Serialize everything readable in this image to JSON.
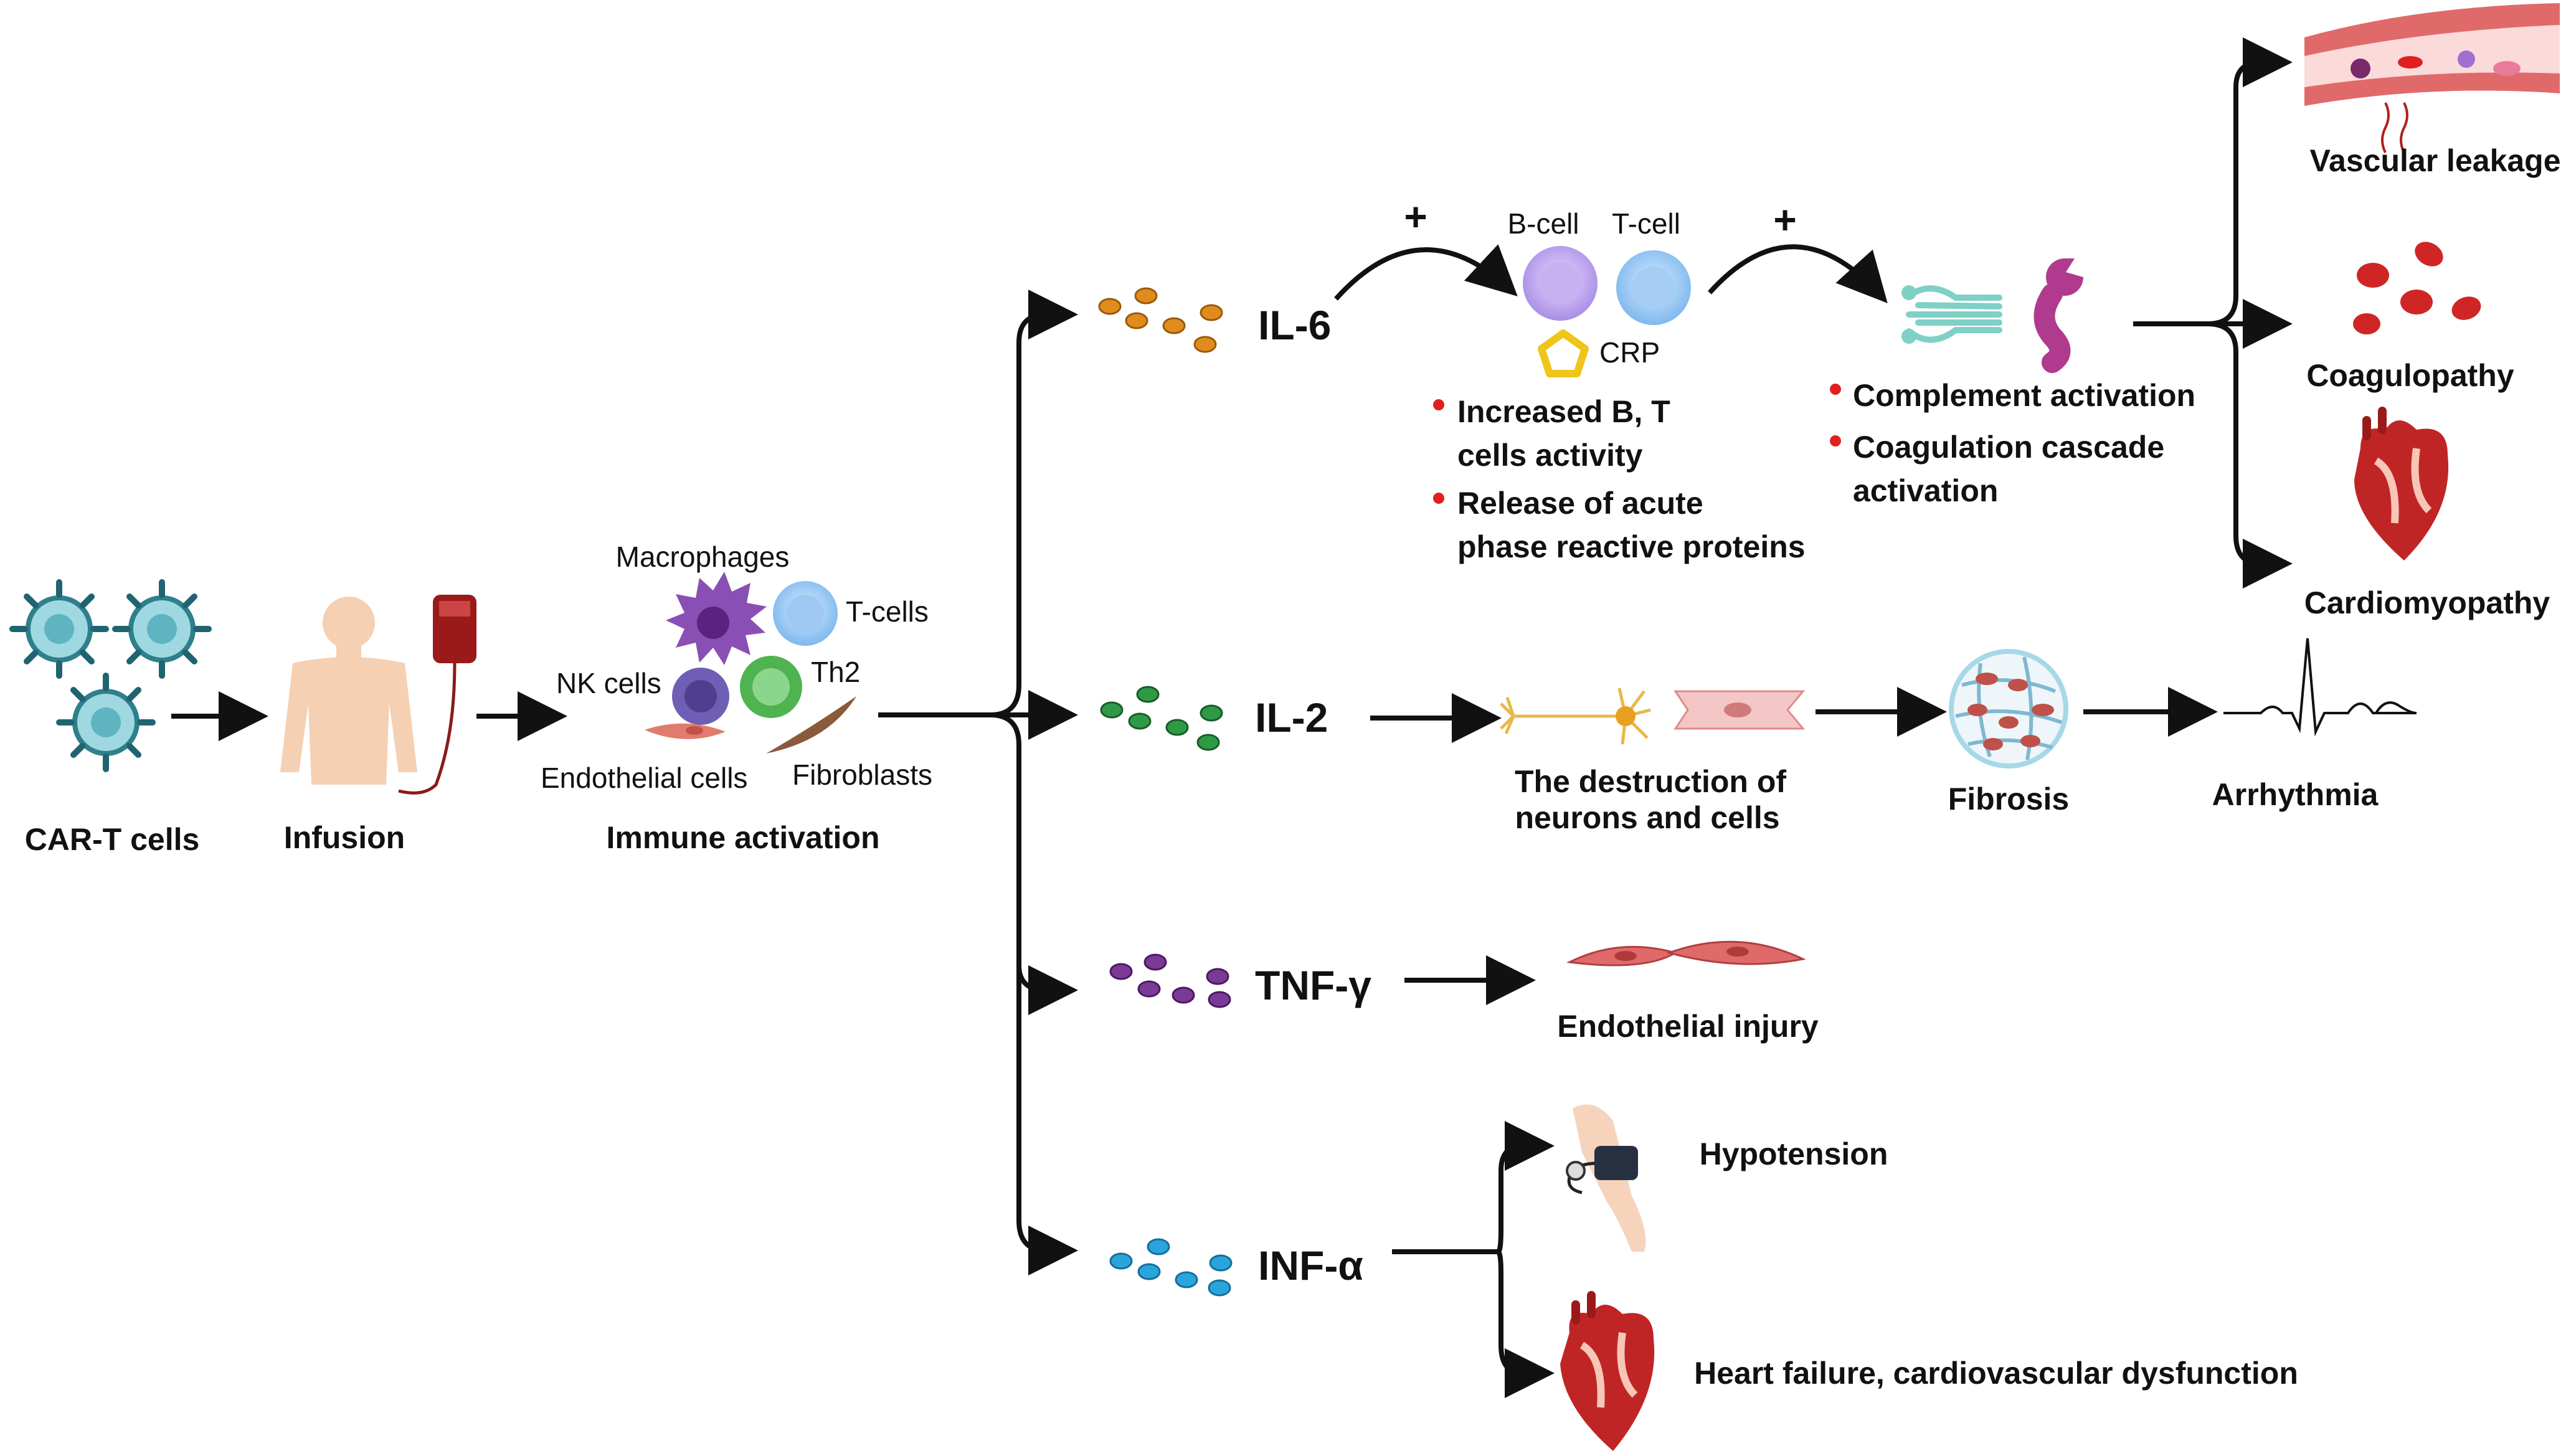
{
  "stages": {
    "car_t": "CAR-T cells",
    "infusion": "Infusion",
    "immune_activation": "Immune activation"
  },
  "immune_cells": {
    "macrophages": "Macrophages",
    "t_cells": "T-cells",
    "nk_cells": "NK cells",
    "th2": "Th2",
    "endothelial": "Endothelial cells",
    "fibroblasts": "Fibroblasts"
  },
  "cytokines": {
    "il6": "IL-6",
    "il2": "IL-2",
    "tnf": "TNF-γ",
    "inf": "INF-α"
  },
  "il6_path": {
    "plus": "+",
    "b_cell": "B-cell",
    "t_cell": "T-cell",
    "crp": "CRP",
    "bullets_left": [
      "Increased B, T",
      "cells activity",
      "Release of acute",
      "phase reactive proteins"
    ],
    "bullets_right": [
      "Complement activation",
      "Coagulation cascade",
      "activation"
    ],
    "outcomes": [
      "Vascular leakage",
      "Coagulopathy",
      "Cardiomyopathy"
    ]
  },
  "il2_path": {
    "destruction": [
      "The destruction of",
      "neurons and cells"
    ],
    "fibrosis": "Fibrosis",
    "arrhythmia": "Arrhythmia"
  },
  "tnf_path": {
    "endothelial_injury": "Endothelial injury"
  },
  "inf_path": {
    "hypotension": "Hypotension",
    "heart_failure": "Heart failure, cardiovascular dysfunction"
  },
  "colors": {
    "il6": "#e08c1c",
    "il2": "#2e9a46",
    "tnf": "#7a3a96",
    "inf": "#2aa4dc",
    "bullet": "#e02020"
  }
}
